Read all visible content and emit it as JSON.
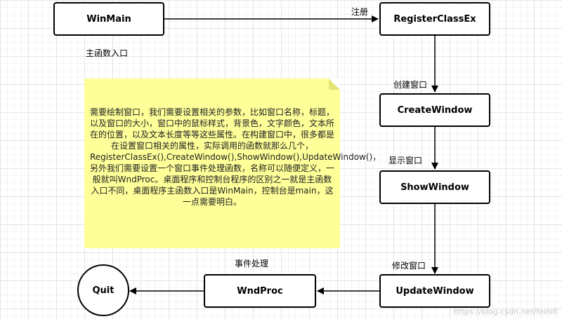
{
  "nodes": {
    "winmain": "WinMain",
    "register": "RegisterClassEx",
    "create": "CreateWindow",
    "show": "ShowWindow",
    "update": "UpdateWindow",
    "wndproc": "WndProc",
    "quit": "Quit"
  },
  "labels": {
    "register_edge": "注册",
    "main_entry": "主函数入口",
    "create_edge": "创建窗口",
    "show_edge": "显示窗口",
    "update_edge": "修改窗口",
    "event_edge": "事件处理"
  },
  "note": {
    "text": "需要绘制窗口，我们需要设置相关的参数，比如窗口名称，标题，以及窗口的大小，窗口中的鼠标样式，背景色，文字颜色，文本所在的位置，以及文本长度等等这些属性。在构建窗口中，很多都是在设置窗口相关的属性，实际调用的函数就那么几个，RegisterClassEx(),CreateWindow(),ShowWindow(),UpdateWindow()，另外我们需要设置一个窗口事件处理函数，名称可以随便定义，一般就叫WndProc。桌面程序和控制台程序的区别之一就是主函数入口不同，桌面程序主函数入口是WinMain，控制台是main，这一点需要明白。"
  },
  "watermark": "https://blog.csdn.net/feinifi",
  "colors": {
    "note_fill": "#ffff99",
    "stroke": "#000000"
  }
}
